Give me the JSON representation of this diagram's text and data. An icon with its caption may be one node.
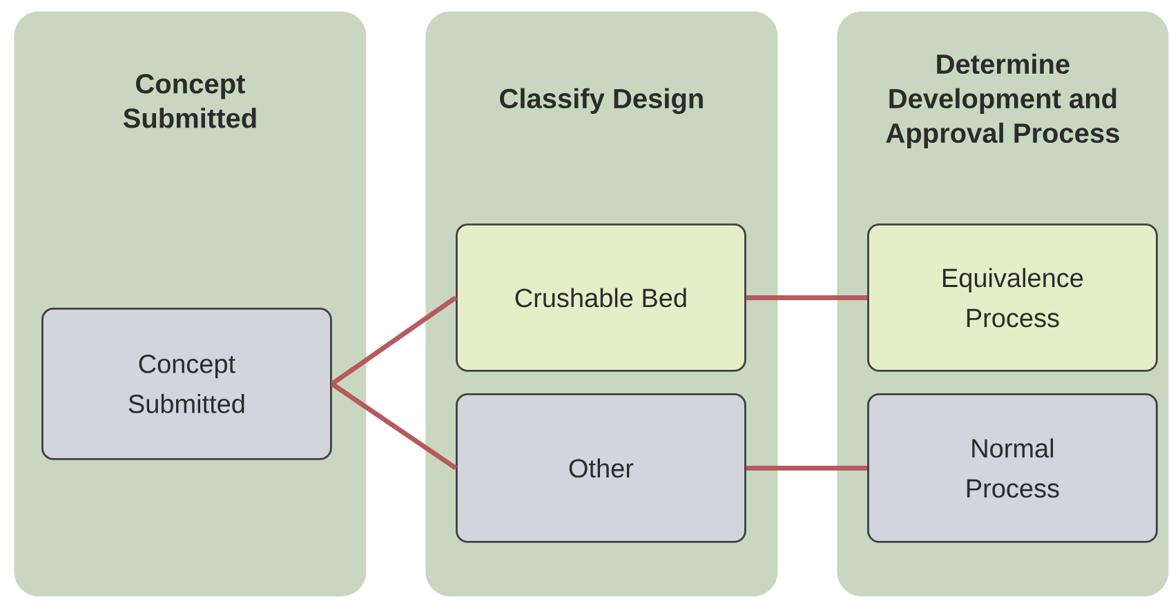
{
  "diagram": {
    "nodes": [
      {
        "text": [
          "Concept Submitted"
        ]
      },
      {
        "text": [
          "Classify Design"
        ]
      },
      {
        "text": [
          "Determine Development and Approval Process"
        ]
      },
      {
        "text": [
          "Concept Submitted"
        ],
        "in": 0
      },
      {
        "text": [
          "Crushable Bed"
        ],
        "in": 1
      },
      {
        "text": [
          "Other"
        ],
        "in": 1
      },
      {
        "text": [
          "Equivalence Process"
        ],
        "in": 2
      },
      {
        "text": [
          "Normal Process"
        ],
        "in": 2
      }
    ],
    "edges": [
      {
        "from": 3,
        "to": 4,
        "arrow": "none"
      },
      {
        "from": 3,
        "to": 5,
        "arrow": "none"
      },
      {
        "from": 4,
        "to": 6,
        "arrow": "none"
      },
      {
        "from": 5,
        "to": 7,
        "arrow": "none"
      }
    ]
  }
}
